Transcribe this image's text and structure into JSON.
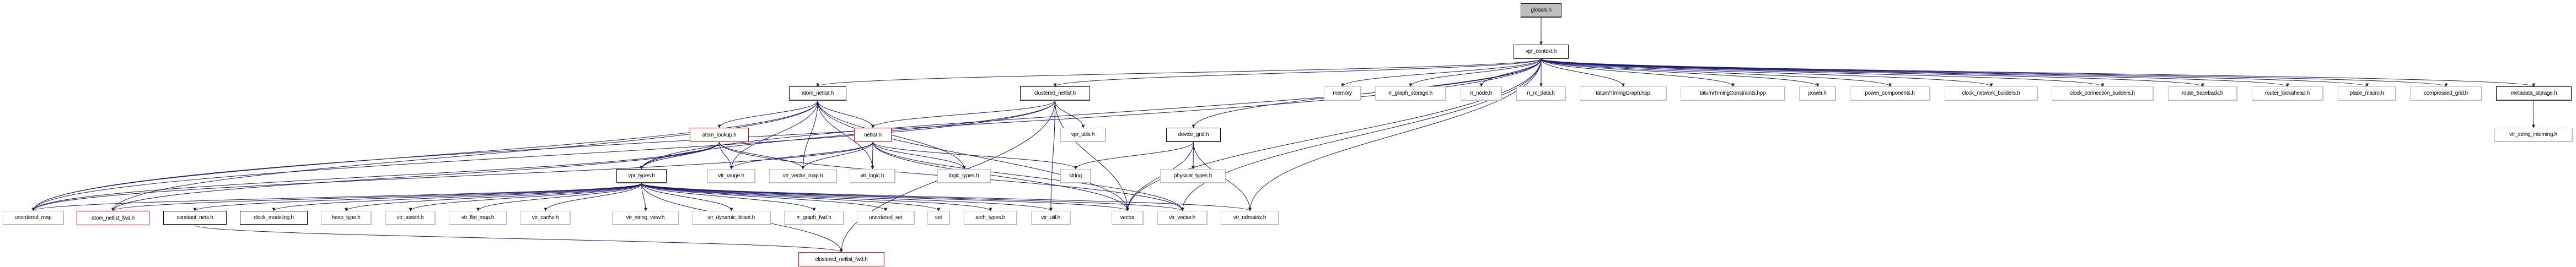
{
  "edge_color": "#191970",
  "nodes": [
    {
      "id": "globals",
      "label": "globals.h",
      "style": "root"
    },
    {
      "id": "vpr_context",
      "label": "vpr_context.h",
      "style": "black"
    },
    {
      "id": "atom_netlist",
      "label": "atom_netlist.h",
      "style": "black"
    },
    {
      "id": "clustered_netlist",
      "label": "clustered_netlist.h",
      "style": "black"
    },
    {
      "id": "memory",
      "label": "memory",
      "style": "gray"
    },
    {
      "id": "rr_graph_storage",
      "label": "rr_graph_storage.h",
      "style": "gray"
    },
    {
      "id": "rr_node",
      "label": "rr_node.h",
      "style": "gray"
    },
    {
      "id": "rr_rc_data",
      "label": "rr_rc_data.h",
      "style": "gray"
    },
    {
      "id": "timing_graph",
      "label": "tatum/TimingGraph.hpp",
      "style": "gray"
    },
    {
      "id": "timing_constraints",
      "label": "tatum/TimingConstraints.hpp",
      "style": "gray"
    },
    {
      "id": "power",
      "label": "power.h",
      "style": "gray"
    },
    {
      "id": "power_components",
      "label": "power_components.h",
      "style": "gray"
    },
    {
      "id": "clock_network_builders",
      "label": "clock_network_builders.h",
      "style": "gray"
    },
    {
      "id": "clock_connection_builders",
      "label": "clock_connection_builders.h",
      "style": "gray"
    },
    {
      "id": "route_traceback",
      "label": "route_traceback.h",
      "style": "gray"
    },
    {
      "id": "router_lookahead",
      "label": "router_lookahead.h",
      "style": "gray"
    },
    {
      "id": "place_macro",
      "label": "place_macro.h",
      "style": "gray"
    },
    {
      "id": "compressed_grid",
      "label": "compressed_grid.h",
      "style": "gray"
    },
    {
      "id": "metadata_storage",
      "label": "metadata_storage.h",
      "style": "black"
    },
    {
      "id": "atom_lookup",
      "label": "atom_lookup.h",
      "style": "red"
    },
    {
      "id": "netlist",
      "label": "netlist.h",
      "style": "red"
    },
    {
      "id": "vpr_utils",
      "label": "vpr_utils.h",
      "style": "gray"
    },
    {
      "id": "device_grid",
      "label": "device_grid.h",
      "style": "black"
    },
    {
      "id": "vtr_string_interning",
      "label": "vtr_string_interning.h",
      "style": "gray"
    },
    {
      "id": "vpr_types",
      "label": "vpr_types.h",
      "style": "black"
    },
    {
      "id": "vtr_range",
      "label": "vtr_range.h",
      "style": "gray"
    },
    {
      "id": "vtr_vector_map",
      "label": "vtr_vector_map.h",
      "style": "gray"
    },
    {
      "id": "vtr_logic",
      "label": "vtr_logic.h",
      "style": "gray"
    },
    {
      "id": "logic_types",
      "label": "logic_types.h",
      "style": "gray"
    },
    {
      "id": "string",
      "label": "string",
      "style": "gray"
    },
    {
      "id": "physical_types",
      "label": "physical_types.h",
      "style": "gray"
    },
    {
      "id": "unordered_map",
      "label": "unordered_map",
      "style": "gray"
    },
    {
      "id": "atom_netlist_fwd",
      "label": "atom_netlist_fwd.h",
      "style": "red"
    },
    {
      "id": "constant_nets",
      "label": "constant_nets.h",
      "style": "black"
    },
    {
      "id": "clock_modeling",
      "label": "clock_modeling.h",
      "style": "black"
    },
    {
      "id": "heap_type",
      "label": "heap_type.h",
      "style": "gray"
    },
    {
      "id": "vtr_assert",
      "label": "vtr_assert.h",
      "style": "gray"
    },
    {
      "id": "vtr_flat_map",
      "label": "vtr_flat_map.h",
      "style": "gray"
    },
    {
      "id": "vtr_cache",
      "label": "vtr_cache.h",
      "style": "gray"
    },
    {
      "id": "vtr_string_view",
      "label": "vtr_string_view.h",
      "style": "gray"
    },
    {
      "id": "vtr_dynamic_bitset",
      "label": "vtr_dynamic_bitset.h",
      "style": "gray"
    },
    {
      "id": "rr_graph_fwd",
      "label": "rr_graph_fwd.h",
      "style": "gray"
    },
    {
      "id": "unordered_set",
      "label": "unordered_set",
      "style": "gray"
    },
    {
      "id": "set",
      "label": "set",
      "style": "gray"
    },
    {
      "id": "arch_types",
      "label": "arch_types.h",
      "style": "gray"
    },
    {
      "id": "vtr_util",
      "label": "vtr_util.h",
      "style": "gray"
    },
    {
      "id": "vector",
      "label": "vector",
      "style": "gray"
    },
    {
      "id": "vtr_vector",
      "label": "vtr_vector.h",
      "style": "gray"
    },
    {
      "id": "vtr_ndmatrix",
      "label": "vtr_ndmatrix.h",
      "style": "gray"
    },
    {
      "id": "clustered_netlist_fwd",
      "label": "clustered_netlist_fwd.h",
      "style": "red"
    }
  ],
  "edges": [
    [
      "globals",
      "vpr_context"
    ],
    [
      "vpr_context",
      "atom_netlist"
    ],
    [
      "vpr_context",
      "clustered_netlist"
    ],
    [
      "vpr_context",
      "memory"
    ],
    [
      "vpr_context",
      "rr_graph_storage"
    ],
    [
      "vpr_context",
      "rr_node"
    ],
    [
      "vpr_context",
      "rr_rc_data"
    ],
    [
      "vpr_context",
      "timing_graph"
    ],
    [
      "vpr_context",
      "timing_constraints"
    ],
    [
      "vpr_context",
      "power"
    ],
    [
      "vpr_context",
      "power_components"
    ],
    [
      "vpr_context",
      "clock_network_builders"
    ],
    [
      "vpr_context",
      "clock_connection_builders"
    ],
    [
      "vpr_context",
      "route_traceback"
    ],
    [
      "vpr_context",
      "router_lookahead"
    ],
    [
      "vpr_context",
      "place_macro"
    ],
    [
      "vpr_context",
      "compressed_grid"
    ],
    [
      "vpr_context",
      "metadata_storage"
    ],
    [
      "vpr_context",
      "device_grid"
    ],
    [
      "vpr_context",
      "vpr_types"
    ],
    [
      "vpr_context",
      "unordered_map"
    ],
    [
      "vpr_context",
      "vector"
    ],
    [
      "vpr_context",
      "vtr_vector"
    ],
    [
      "vpr_context",
      "vtr_ndmatrix"
    ],
    [
      "metadata_storage",
      "vtr_string_interning"
    ],
    [
      "atom_netlist",
      "atom_lookup"
    ],
    [
      "atom_netlist",
      "netlist"
    ],
    [
      "atom_netlist",
      "vtr_range"
    ],
    [
      "atom_netlist",
      "vtr_vector_map"
    ],
    [
      "atom_netlist",
      "vtr_logic"
    ],
    [
      "atom_netlist",
      "logic_types"
    ],
    [
      "atom_netlist",
      "vector"
    ],
    [
      "atom_netlist",
      "unordered_map"
    ],
    [
      "atom_netlist",
      "atom_netlist_fwd"
    ],
    [
      "atom_lookup",
      "vpr_types"
    ],
    [
      "atom_lookup",
      "vtr_range"
    ],
    [
      "atom_lookup",
      "vtr_vector_map"
    ],
    [
      "atom_lookup",
      "atom_netlist_fwd"
    ],
    [
      "atom_lookup",
      "unordered_map"
    ],
    [
      "atom_lookup",
      "vtr_vector"
    ],
    [
      "netlist",
      "vtr_range"
    ],
    [
      "netlist",
      "vtr_vector_map"
    ],
    [
      "netlist",
      "vtr_logic"
    ],
    [
      "netlist",
      "logic_types"
    ],
    [
      "netlist",
      "string"
    ],
    [
      "netlist",
      "vector"
    ],
    [
      "netlist",
      "unordered_map"
    ],
    [
      "netlist",
      "vtr_vector"
    ],
    [
      "clustered_netlist",
      "netlist"
    ],
    [
      "clustered_netlist",
      "vpr_utils"
    ],
    [
      "clustered_netlist",
      "vtr_util"
    ],
    [
      "clustered_netlist",
      "vector"
    ],
    [
      "clustered_netlist",
      "clustered_netlist_fwd"
    ],
    [
      "clustered_netlist",
      "vpr_types"
    ],
    [
      "clustered_netlist",
      "unordered_map"
    ],
    [
      "device_grid",
      "string"
    ],
    [
      "device_grid",
      "physical_types"
    ],
    [
      "device_grid",
      "vector"
    ],
    [
      "device_grid",
      "vtr_ndmatrix"
    ],
    [
      "vpr_types",
      "unordered_map"
    ],
    [
      "vpr_types",
      "atom_netlist_fwd"
    ],
    [
      "vpr_types",
      "constant_nets"
    ],
    [
      "vpr_types",
      "clock_modeling"
    ],
    [
      "vpr_types",
      "heap_type"
    ],
    [
      "vpr_types",
      "vtr_assert"
    ],
    [
      "vpr_types",
      "vtr_flat_map"
    ],
    [
      "vpr_types",
      "vtr_cache"
    ],
    [
      "vpr_types",
      "vtr_string_view"
    ],
    [
      "vpr_types",
      "vtr_dynamic_bitset"
    ],
    [
      "vpr_types",
      "rr_graph_fwd"
    ],
    [
      "vpr_types",
      "unordered_set"
    ],
    [
      "vpr_types",
      "set"
    ],
    [
      "vpr_types",
      "arch_types"
    ],
    [
      "vpr_types",
      "vtr_util"
    ],
    [
      "vpr_types",
      "vector"
    ],
    [
      "vpr_types",
      "vtr_vector"
    ],
    [
      "vpr_types",
      "vtr_ndmatrix"
    ],
    [
      "vpr_types",
      "clustered_netlist_fwd"
    ],
    [
      "constant_nets",
      "clustered_netlist_fwd"
    ]
  ]
}
